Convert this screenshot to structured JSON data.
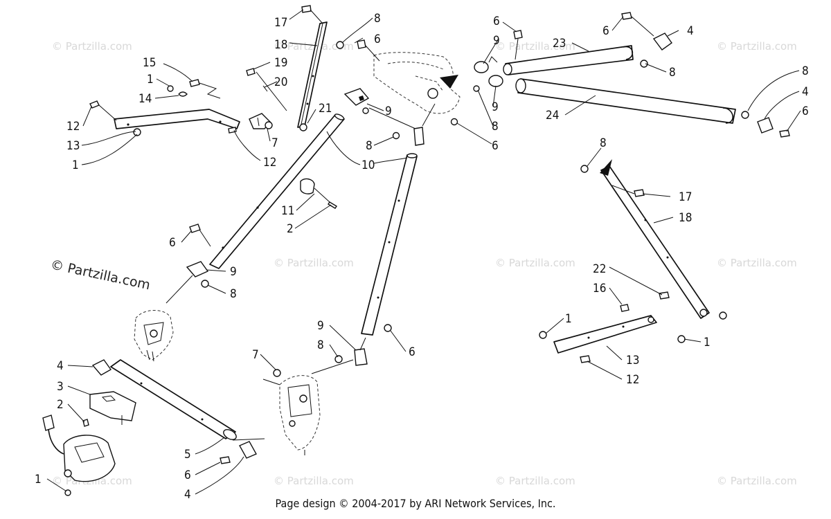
{
  "watermark": {
    "text": "© Partzilla.com",
    "main_text": "© Partzilla.com"
  },
  "footer": {
    "text": "Page design © 2004-2017 by ARI Network Services, Inc."
  },
  "callouts": [
    "17",
    "8",
    "18",
    "6",
    "19",
    "20",
    "21",
    "15",
    "1",
    "14",
    "12",
    "13",
    "1",
    "7",
    "12",
    "9",
    "8",
    "6",
    "6",
    "9",
    "9",
    "8",
    "6",
    "23",
    "4",
    "6",
    "8",
    "8",
    "4",
    "6",
    "24",
    "8",
    "17",
    "18",
    "22",
    "16",
    "1",
    "1",
    "13",
    "12",
    "10",
    "11",
    "2",
    "6",
    "9",
    "8",
    "9",
    "8",
    "6",
    "7",
    "4",
    "3",
    "2",
    "5",
    "6",
    "4",
    "1"
  ]
}
